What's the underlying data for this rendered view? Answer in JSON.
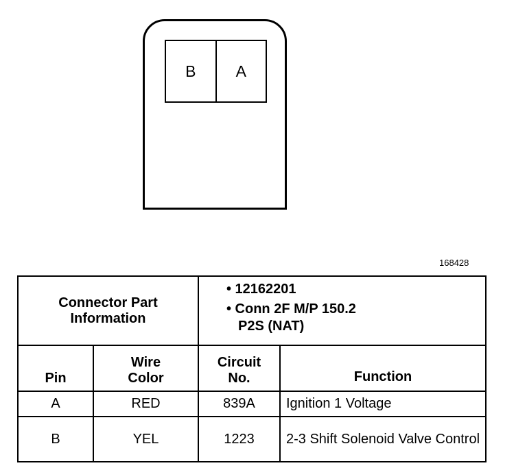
{
  "connector": {
    "cavities": [
      "B",
      "A"
    ]
  },
  "figure_number": "168428",
  "table": {
    "part_info_label": "Connector Part Information",
    "part_info": [
      "• 12162201",
      "• Conn 2F M/P 150.2",
      "P2S (NAT)"
    ],
    "headers": {
      "pin": "Pin",
      "wire_color": "Wire Color",
      "circuit": "Circuit No.",
      "function": "Function"
    },
    "rows": [
      {
        "pin": "A",
        "wire_color": "RED",
        "circuit": "839A",
        "function": "Ignition 1 Voltage"
      },
      {
        "pin": "B",
        "wire_color": "YEL",
        "circuit": "1223",
        "function": "2-3 Shift Solenoid Valve Control"
      }
    ]
  }
}
